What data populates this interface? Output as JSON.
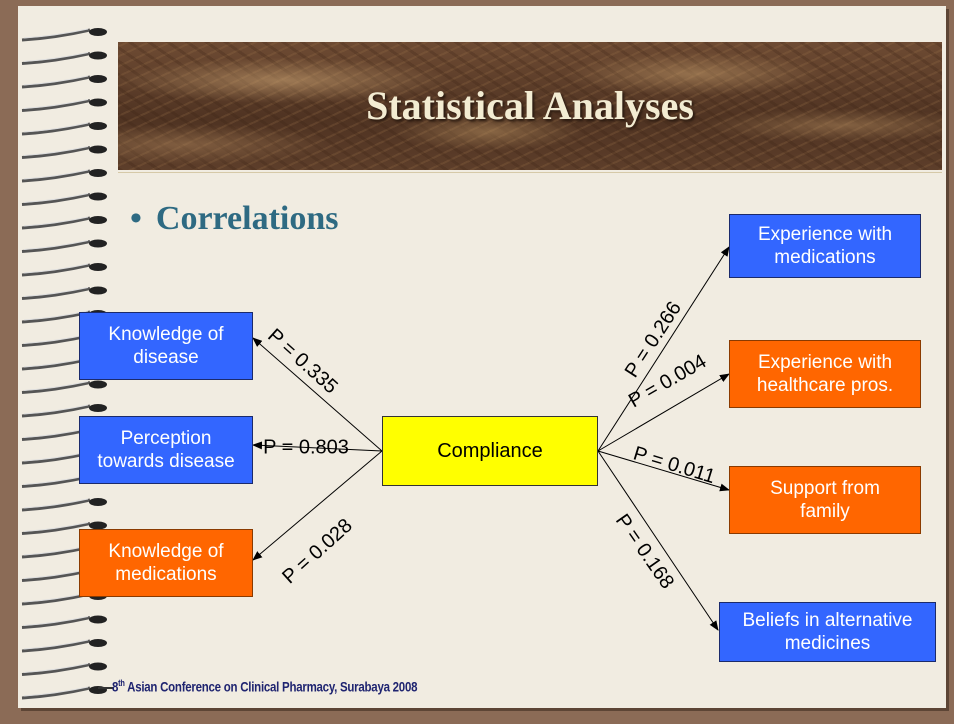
{
  "slide": {
    "title": "Statistical Analyses",
    "bullet": "Correlations",
    "footer": {
      "ordinal": "8",
      "suffix": "th",
      "text": " Asian Conference on Clinical Pharmacy, Surabaya 2008"
    }
  },
  "diagram": {
    "center": "Compliance",
    "left_nodes": [
      {
        "label_line1": "Knowledge of",
        "label_line2": "disease",
        "color": "blue",
        "p": "P = 0.335"
      },
      {
        "label_line1": "Perception",
        "label_line2": "towards disease",
        "color": "blue",
        "p": "P = 0.803"
      },
      {
        "label_line1": "Knowledge of",
        "label_line2": "medications",
        "color": "orange",
        "p": "P = 0.028"
      }
    ],
    "right_nodes": [
      {
        "label_line1": "Experience with",
        "label_line2": "medications",
        "color": "blue",
        "p": "P = 0.266"
      },
      {
        "label_line1": "Experience with",
        "label_line2": "healthcare pros.",
        "color": "orange",
        "p": "P = 0.004"
      },
      {
        "label_line1": "Support from",
        "label_line2": "family",
        "color": "orange",
        "p": "P = 0.011"
      },
      {
        "label_line1": "Beliefs in alternative",
        "label_line2": "medicines",
        "color": "blue",
        "p": "P = 0.168"
      }
    ]
  },
  "colors": {
    "blue": "#3366ff",
    "orange": "#ff6600",
    "yellow": "#ffff00",
    "title": "#f3ecd2",
    "bullet": "#2e6a82"
  }
}
